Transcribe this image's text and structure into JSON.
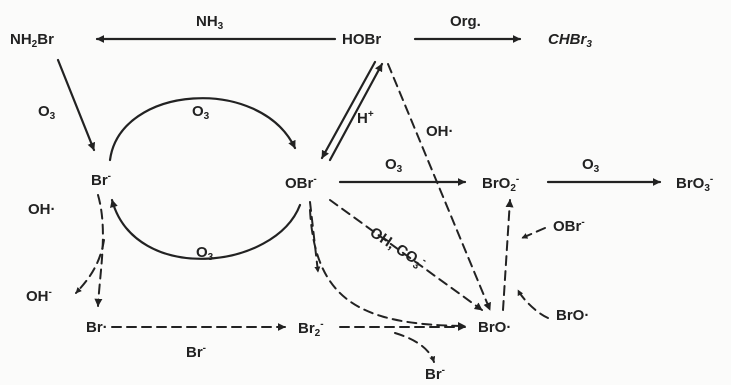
{
  "species": {
    "nh2br": {
      "main": "NH",
      "sub": "2",
      "rest": "Br"
    },
    "hobr": "HOBr",
    "chbr3": {
      "main": "CHBr",
      "sub": "3"
    },
    "br_center": {
      "main": "Br",
      "sup": "-"
    },
    "obr_center": {
      "main": "OBr",
      "sup": "-"
    },
    "bro2": {
      "main": "BrO",
      "sub": "2",
      "sup": "-"
    },
    "bro3": {
      "main": "BrO",
      "sub": "3",
      "sup": "-"
    },
    "br_lower": "Br·",
    "br2": {
      "main": "Br",
      "sub": "2",
      "sup": "-"
    },
    "bro_radical": "BrO·",
    "bro_right": "BrO·",
    "obr_right": {
      "main": "OBr",
      "sup": "-"
    },
    "br_bottom": {
      "main": "Br",
      "sup": "-"
    }
  },
  "reagents": {
    "nh3": {
      "main": "NH",
      "sub": "3"
    },
    "org": "Org.",
    "o3_left": {
      "main": "O",
      "sub": "3"
    },
    "o3_upper_arc": {
      "main": "O",
      "sub": "3"
    },
    "o3_lower_arc": {
      "main": "O",
      "sub": "3"
    },
    "o3_mid": {
      "main": "O",
      "sub": "3"
    },
    "o3_right": {
      "main": "O",
      "sub": "3"
    },
    "h_plus": {
      "main": "H",
      "sup": "+"
    },
    "oh_radical_top": "OH·",
    "oh_radical_left": "OH·",
    "oh_minus": {
      "main": "OH",
      "sup": "-"
    },
    "oh_co3": {
      "main": "OH, CO",
      "sub": "3",
      "sup": "-"
    },
    "br_minus_label": {
      "main": "Br",
      "sup": "-"
    }
  },
  "colors": {
    "ink": "#222222",
    "background": "#fbfbfa"
  }
}
